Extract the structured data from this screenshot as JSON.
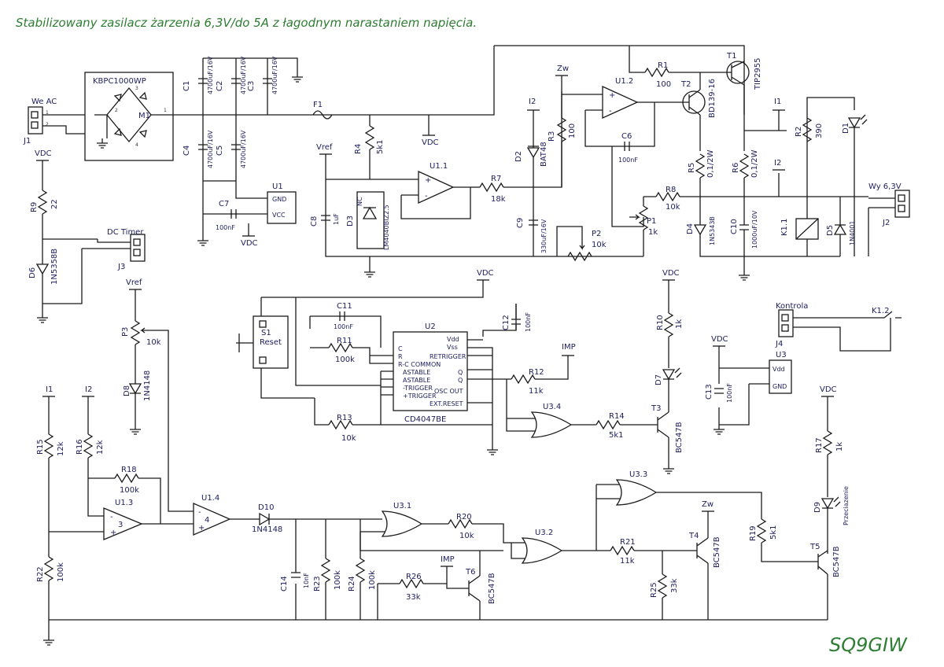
{
  "title": "Stabilizowany zasilacz żarzenia 6,3V/do 5A z łagodnym narastaniem napięcia.",
  "signature": "SQ9GIW",
  "colors": {
    "title": "#2e7d32",
    "ink": "#1a1a1a",
    "label": "#202060"
  },
  "labels": {
    "we_ac": "We AC",
    "j1": "J1",
    "bridge": "KBPC1000WP",
    "m1": "M1",
    "c1": "C1",
    "c1v": "4700uF/16V",
    "c2": "C2",
    "c2v": "4700uF/16V",
    "c3": "C3",
    "c3v": "4700uF/16V",
    "c4": "C4",
    "c4v": "4700uF/16V",
    "c5": "C5",
    "c5v": "4700uF/16V",
    "c7": "C7",
    "c7v": "100nF",
    "u1": "U1",
    "gnd": "GND",
    "vcc": "VCC",
    "vdc": "VDC",
    "f1": "F1",
    "r4": "R4",
    "r4v": "5k1",
    "vref": "Vref",
    "c8": "C8",
    "c8v": "1uF",
    "d3": "D3",
    "d3v": "LM4040BIZ2.5",
    "nc": "NC",
    "u11": "U1.1",
    "r7": "R7",
    "r7v": "18k",
    "i2": "I2",
    "d2": "D2",
    "d2v": "BAT48",
    "zw": "Zw",
    "r3": "R3",
    "r3v": "100",
    "c9": "C9",
    "c9v": "330uF/16V",
    "p2": "P2",
    "p2v": "10k",
    "u12": "U1.2",
    "c6": "C6",
    "c6v": "100nF",
    "r1": "R1",
    "r1v": "100",
    "t1": "T1",
    "t1v": "TIP2955",
    "t2": "T2",
    "t2v": "BD139-16",
    "i1": "I1",
    "r5": "R5",
    "r5v": "0,1/2W",
    "r6": "R6",
    "r6v": "0,1/2W",
    "r8": "R8",
    "r8v": "10k",
    "p1": "P1",
    "p1v": "1k",
    "d4": "D4",
    "d4v": "1N5343B",
    "c10": "C10",
    "c10v": "1000uF/10V",
    "r2": "R2",
    "r2v": "390",
    "d1": "D1",
    "k11": "K1.1",
    "d5": "D5",
    "d5v": "1N4001",
    "wy": "Wy 6,3V",
    "j2": "J2",
    "r9": "R9",
    "r9v": "22",
    "dctimer": "DC Timer",
    "j3": "J3",
    "d6": "D6",
    "d6v": "1N5358B",
    "p3": "P3",
    "p3v": "10k",
    "d8": "D8",
    "d8v": "1N4148",
    "s1": "S1",
    "s1v": "Reset",
    "c11": "C11",
    "c11v": "100nF",
    "r11": "R11",
    "r11v": "100k",
    "u2": "U2",
    "u2v": "CD4047BE",
    "c12": "C12",
    "c12v": "100nF",
    "vdd": "Vdd",
    "vss": "Vss",
    "retrig": "RETRIGGER",
    "c_pin": "C",
    "r_pin": "R",
    "rc": "R-C COMMON",
    "astable_n": "ASTABLE",
    "astable": "ASTABLE",
    "trig_n": "-TRIGGER",
    "trig_p": "+TRIGGER",
    "q_n": "Q",
    "q": "Q",
    "osc": "OSC OUT",
    "ext": "EXT.RESET",
    "imp": "IMP",
    "r12": "R12",
    "r12v": "11k",
    "r13": "R13",
    "r13v": "10k",
    "u34": "U3.4",
    "r14": "R14",
    "r14v": "5k1",
    "t3": "T3",
    "t3v": "BC547B",
    "r10": "R10",
    "r10v": "1k",
    "d7": "D7",
    "kontrola": "Kontrola",
    "j4": "J4",
    "k12": "K1.2",
    "u3": "U3",
    "c13": "C13",
    "c13v": "100nF",
    "r15": "R15",
    "r15v": "12k",
    "r16": "R16",
    "r16v": "12k",
    "r18": "R18",
    "r18v": "100k",
    "u13": "U1.3",
    "u14": "U1.4",
    "d10": "D10",
    "d10v": "1N4148",
    "r22": "R22",
    "r22v": "100k",
    "c14": "C14",
    "c14v": "10nF",
    "r23": "R23",
    "r23v": "100k",
    "r24": "R24",
    "r24v": "100k",
    "u31": "U3.1",
    "r20": "R20",
    "r20v": "10k",
    "u32": "U3.2",
    "r21": "R21",
    "r21v": "11k",
    "u33": "U3.3",
    "r26": "R26",
    "r26v": "33k",
    "t6": "T6",
    "t6v": "BC547B",
    "t4": "T4",
    "t4v": "BC547B",
    "r25": "R25",
    "r25v": "33k",
    "r19": "R19",
    "r19v": "5k1",
    "r17": "R17",
    "r17v": "1k",
    "d9": "D9",
    "d9v": "Przeciazenie",
    "t5": "T5",
    "t5v": "BC547B"
  }
}
